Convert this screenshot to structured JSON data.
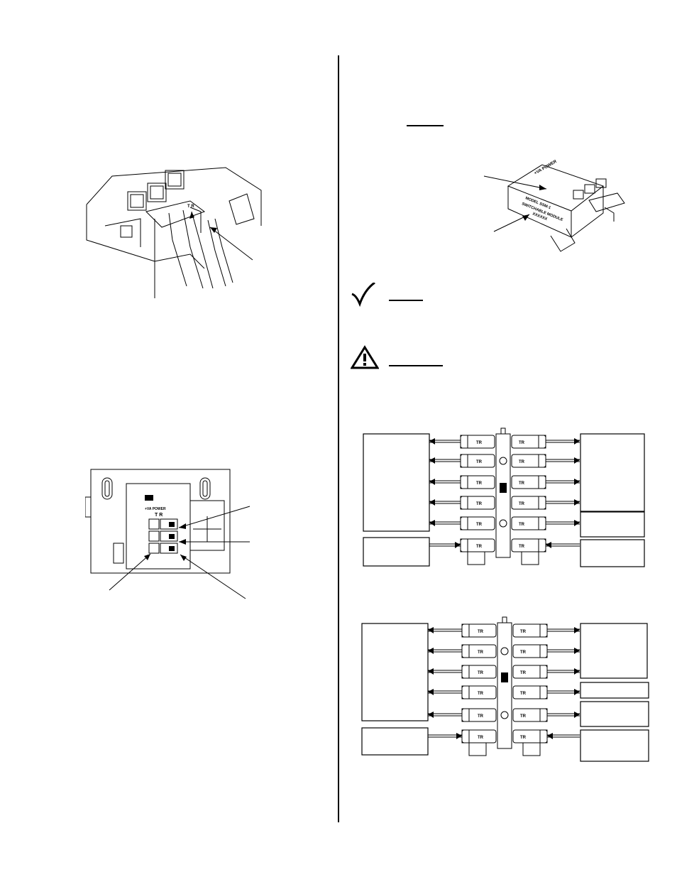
{
  "figures": {
    "base_closeup": {
      "name": "wiring-base-terminal-closeup"
    },
    "base_plate": {
      "name": "wall-plate-with-terminal-block",
      "power_label": "+VA POWER",
      "terminal_label": "T R"
    },
    "module": {
      "name": "switchable-module",
      "label_line1": "MODEL SSM-1",
      "label_line2": "SWITCHABLE MODULE",
      "label_line3": "XXXXXX",
      "power_label": "+VA POWER"
    },
    "wiring_1": {
      "name": "module-wiring-diagram-1"
    },
    "wiring_2": {
      "name": "module-wiring-diagram-2"
    }
  },
  "terminal_codes": [
    "TR",
    "TR",
    "TR",
    "TR",
    "TR",
    "TR"
  ],
  "icons": {
    "check": "check-icon",
    "warning": "warning-triangle-icon"
  }
}
